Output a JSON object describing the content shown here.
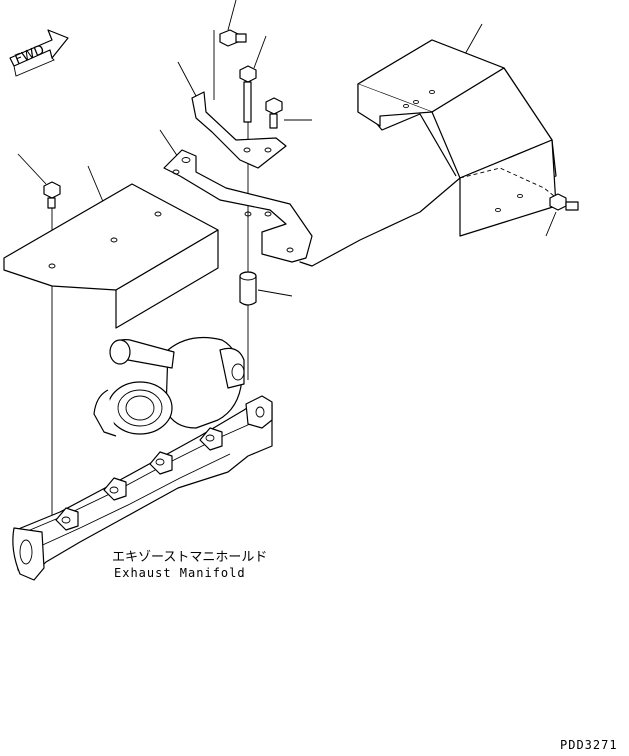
{
  "fwd": "FWD",
  "caption_jp": "エキゾーストマニホールド",
  "caption_en": "Exhaust Manifold",
  "drawing_code": "PDD3271"
}
